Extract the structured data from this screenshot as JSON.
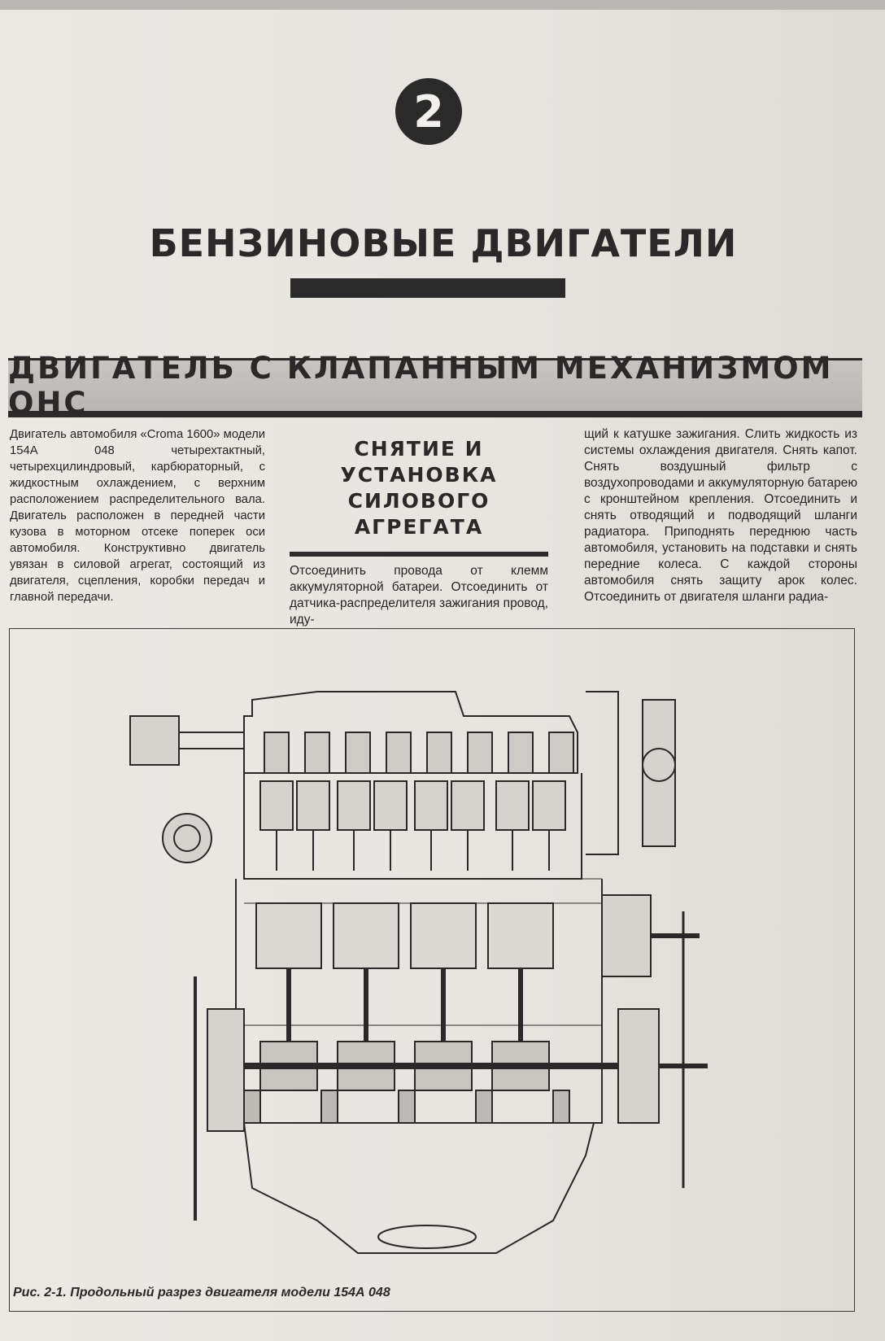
{
  "chapter": {
    "number": "2",
    "title": "БЕНЗИНОВЫЕ ДВИГАТЕЛИ"
  },
  "section": {
    "title": "ДВИГАТЕЛЬ С КЛАПАННЫМ МЕХАНИЗМОМ ОНС"
  },
  "body": {
    "intro": "Двигатель автомобиля «Croma 1600» модели 154А 048 четырехтактный, четырехцилиндровый, карбюраторный, с жидкостным охлаждением, с верхним расположением распределительного вала. Двигатель расположен в передней части кузова в моторном отсеке поперек оси автомобиля. Конструктивно двигатель увязан в силовой агрегат, состоящий из двигателя, сцепления, коробки передач и главной передачи.",
    "subheading": "СНЯТИЕ И УСТАНОВКА СИЛОВОГО АГРЕГАТА",
    "removal_part1": "Отсоединить провода от клемм аккумуляторной батареи. Отсоединить от датчика-распределителя зажигания провод, иду-",
    "removal_part2": "щий к катушке зажигания. Слить жидкость из системы охлаждения двигателя. Снять капот. Снять воздушный фильтр с воздухопроводами и аккумуляторную батарею с кронштейном крепления. Отсоединить и снять отводящий и подводящий шланги радиатора. Приподнять переднюю часть автомобиля, установить на подставки и снять передние колеса. С каждой стороны автомобиля снять защиту арок колес. Отсоединить от двигателя шланги радиа-"
  },
  "figure": {
    "caption": "Рис. 2-1. Продольный разрез двигателя модели 154А 048"
  }
}
